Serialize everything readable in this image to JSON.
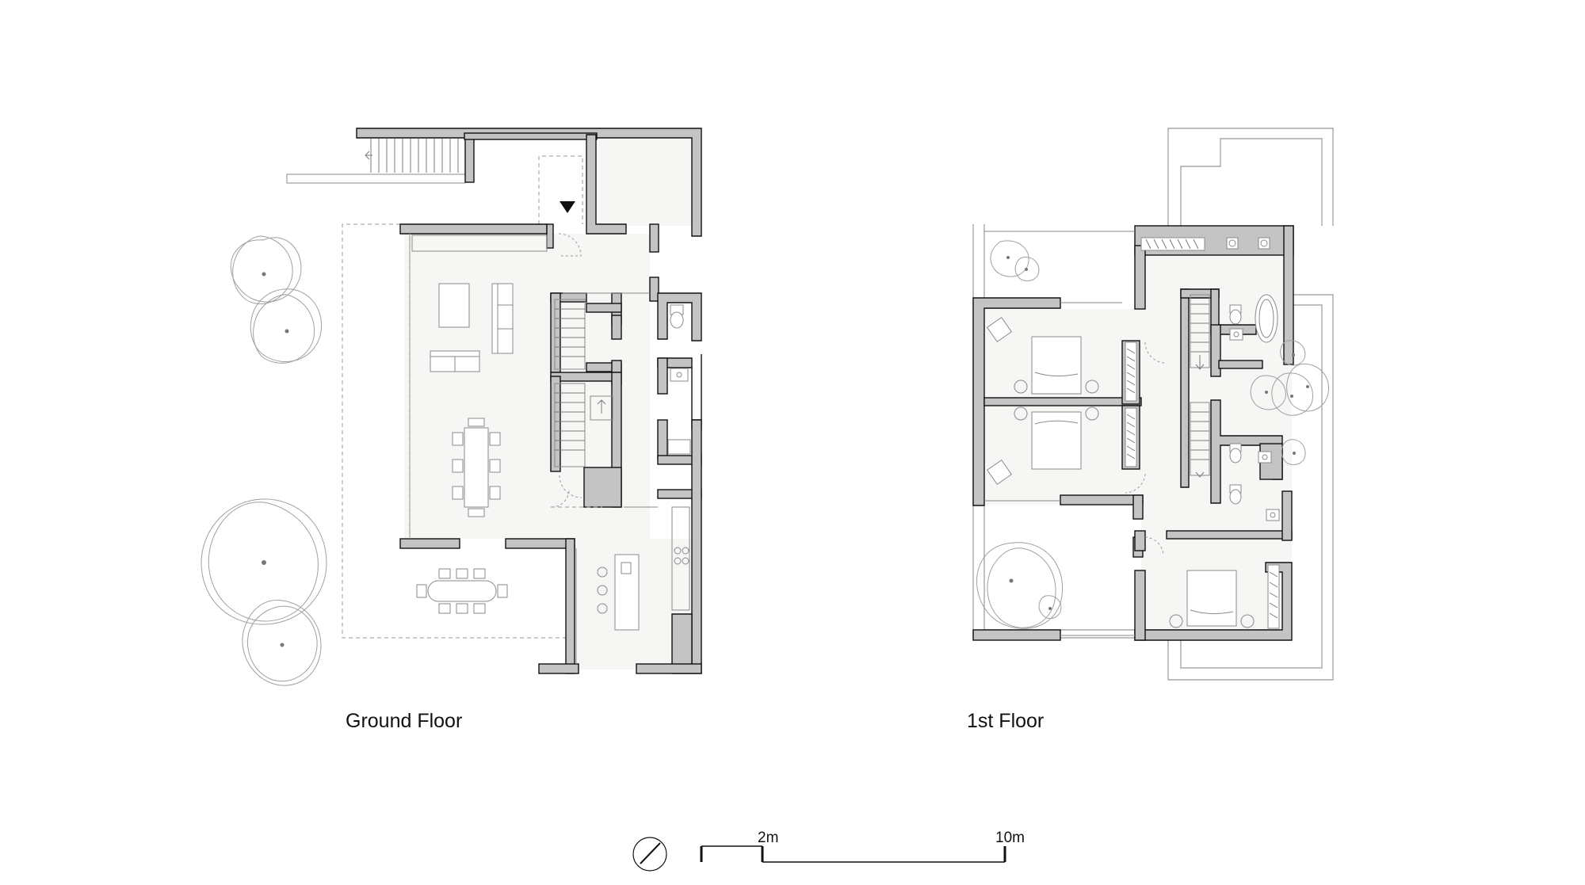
{
  "plans": {
    "ground_floor_label": "Ground Floor",
    "first_floor_label": "1st Floor"
  },
  "scale_bar": {
    "mark_2m": "2m",
    "mark_10m": "10m"
  },
  "icons": {
    "north_arrow": "north-arrow-icon",
    "entrance_marker": "entrance-arrow-icon"
  },
  "colors": {
    "wall_fill": "#c4c4c4",
    "wall_stroke": "#111111",
    "floor_fill": "#f6f6f4",
    "thin_line": "#8a8a8a"
  }
}
